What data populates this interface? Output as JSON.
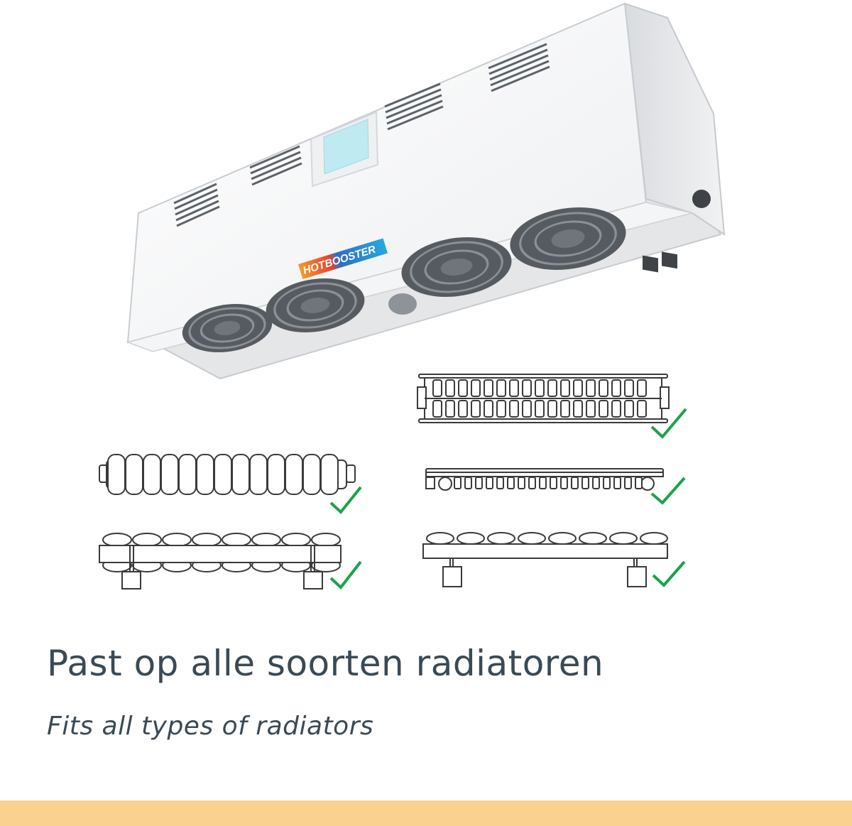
{
  "product": {
    "brand_left": "HOT",
    "brand_right": "BOOSTER",
    "body_color": "#f7f8f9",
    "vent_color": "#5d6268",
    "display_color": "#bfeaf2",
    "fan_count": 4
  },
  "compatibility": {
    "check_color": "#1aa34a",
    "radiators": [
      {
        "type": "column-radiator-front-view",
        "compatible": true
      },
      {
        "type": "column-radiator-top-view",
        "compatible": true
      },
      {
        "type": "panel-radiator-double-front-view",
        "compatible": true
      },
      {
        "type": "panel-radiator-low-front-view",
        "compatible": true
      },
      {
        "type": "panel-radiator-top-view",
        "compatible": true
      }
    ]
  },
  "headline": "Past op alle soorten radiatoren",
  "subline": "Fits all types of radiators",
  "colors": {
    "text": "#3a4a55",
    "band": "#fbd18f"
  }
}
